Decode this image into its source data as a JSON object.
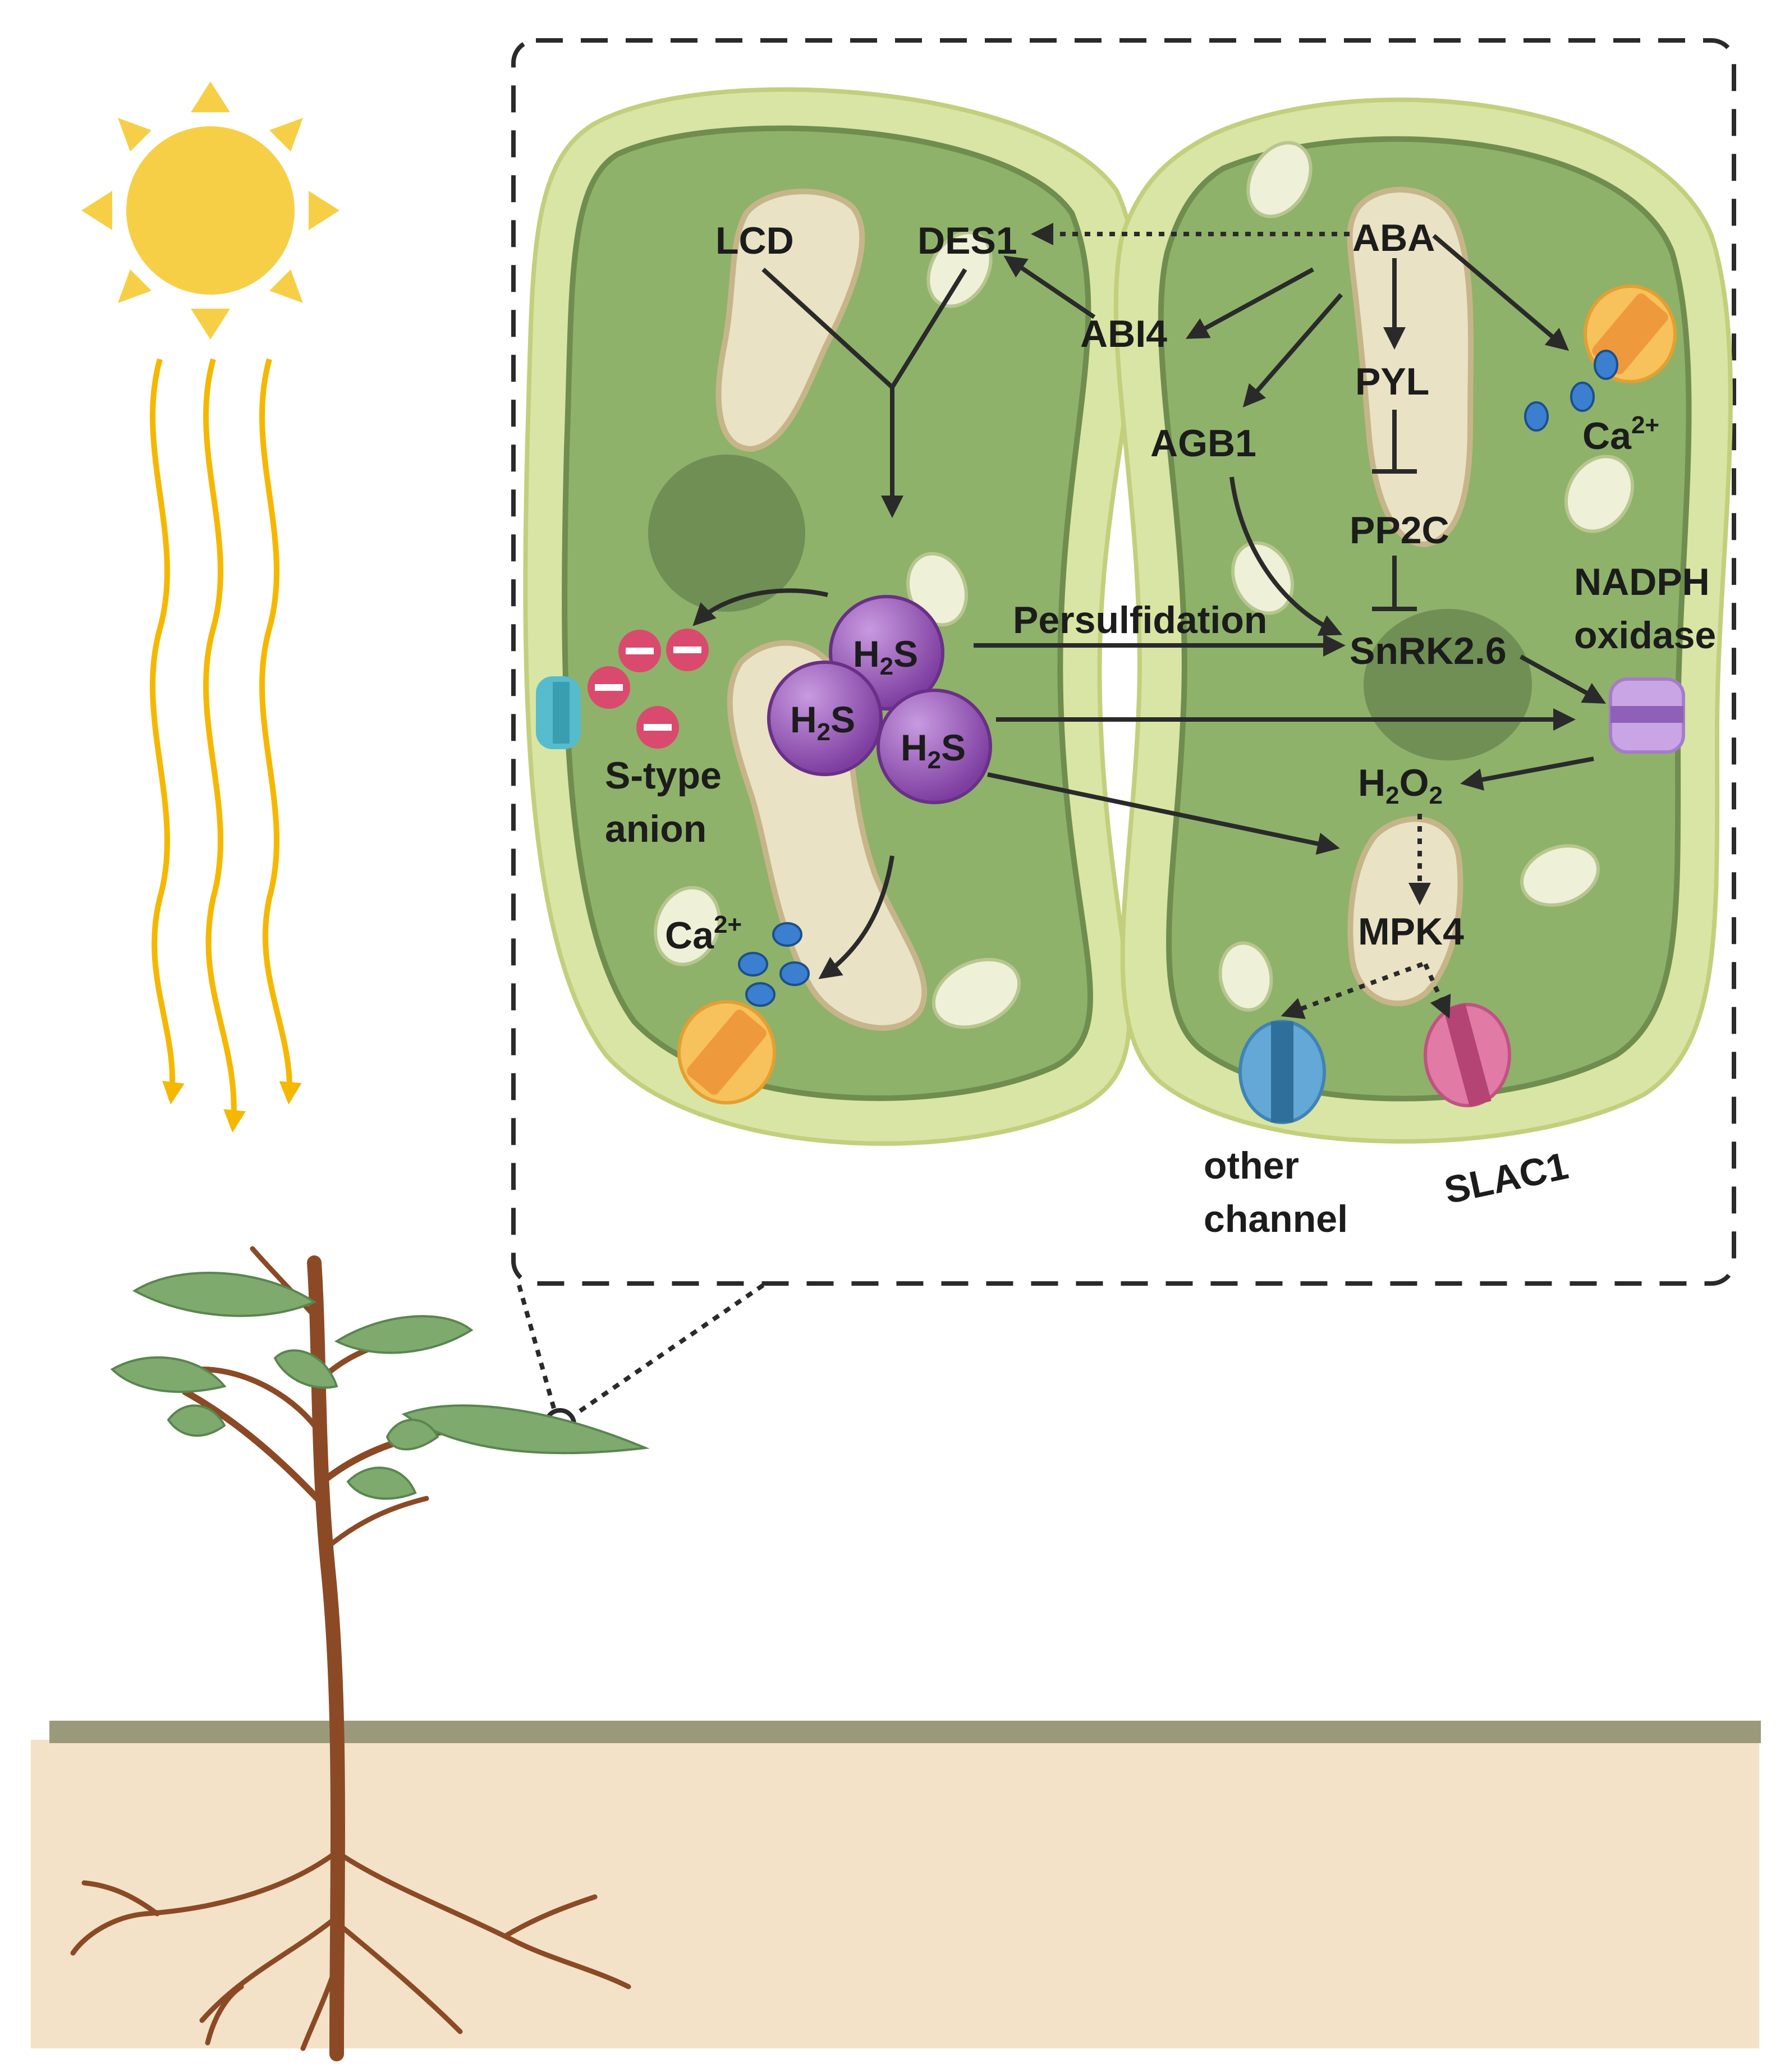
{
  "labels": {
    "lcd": "LCD",
    "des1": "DES1",
    "aba": "ABA",
    "abi4": "ABI4",
    "pyl": "PYL",
    "agb1": "AGB1",
    "pp2c": "PP2C",
    "ca_right": "Ca",
    "ca_right_sup": "2+",
    "nadph": "NADPH",
    "oxidase": "oxidase",
    "persulfidation": "Persulfidation",
    "snrk": "SnRK2.6",
    "h2s": "H",
    "h2s_sub": "2",
    "h2s_tail": "S",
    "s_type": "S-type",
    "anion": "anion",
    "h2o2_h": "H",
    "h2o2_sub1": "2",
    "h2o2_o": "O",
    "h2o2_sub2": "2",
    "ca_left": "Ca",
    "ca_left_sup": "2+",
    "mpk4": "MPK4",
    "other": "other",
    "channel": "channel",
    "slac1": "SLAC1"
  },
  "colors": {
    "sun": "#f7cf47",
    "ray": "#f5b700",
    "guard_cell_wall": "#d9e5a4",
    "guard_cell_body": "#8eb26a",
    "chloroplast_line": "#7da05a",
    "vacuole": "#e9e2c4",
    "nucleus": "#6f8f55",
    "h2s_sphere": "#9b59b6",
    "anion": "#d94a6e",
    "calcium": "#3a7fd0",
    "soil": "#f3e2c8",
    "soil_line": "#9a9a7a",
    "stem": "#8b4a25",
    "leaf": "#7eaa6e"
  }
}
